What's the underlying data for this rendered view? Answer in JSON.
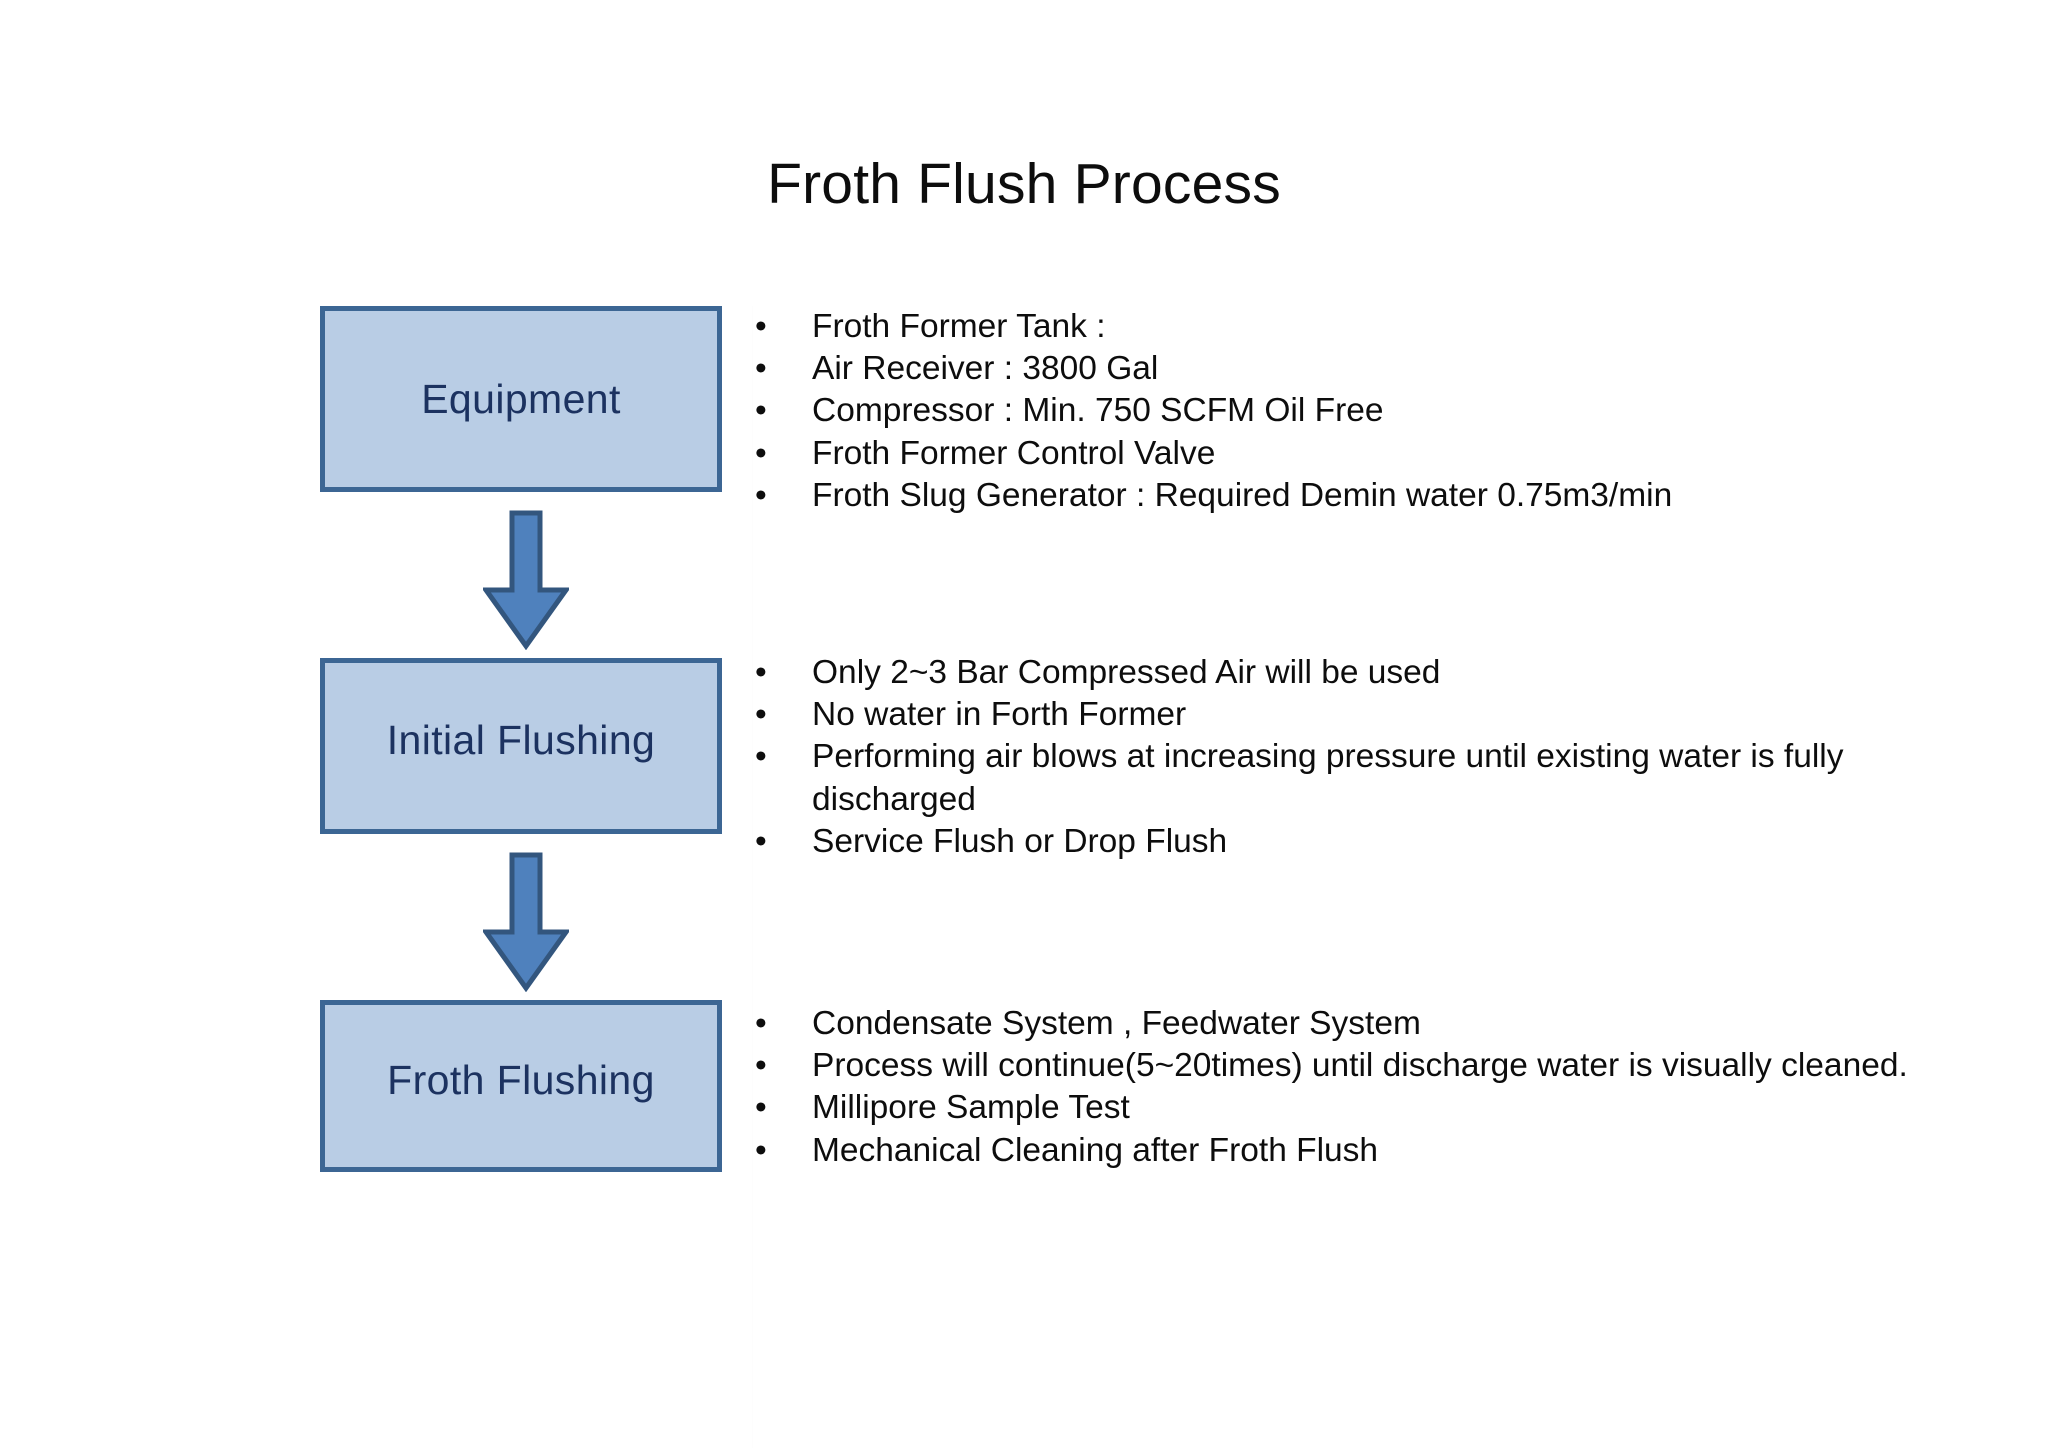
{
  "slide": {
    "title": "Froth Flush Process",
    "background_color": "#FFFFFF"
  },
  "theme": {
    "box_fill": "#B9CDE5",
    "box_border": "#3C6694",
    "box_text_color": "#1C3260",
    "arrow_fill": "#4F81BD",
    "arrow_border": "#33567E",
    "body_text_color": "#0D0D0D"
  },
  "flow": {
    "bullet_glyph": "•",
    "stages": [
      {
        "id": "equipment",
        "label": "Equipment",
        "bullets": [
          "Froth Former Tank :",
          "Air Receiver : 3800 Gal",
          "Compressor : Min. 750 SCFM Oil Free",
          "Froth Former Control Valve",
          "Froth Slug Generator : Required Demin water 0.75m3/min"
        ]
      },
      {
        "id": "initial-flushing",
        "label": "Initial Flushing",
        "bullets": [
          "Only 2~3 Bar Compressed Air will be used",
          "No water in Forth Former",
          "Performing air blows at increasing pressure until existing water is fully discharged",
          "Service Flush or Drop Flush"
        ]
      },
      {
        "id": "froth-flushing",
        "label": "Froth Flushing",
        "bullets": [
          "Condensate System , Feedwater System",
          "Process will continue(5~20times) until discharge water is visually cleaned.",
          "Millipore Sample Test",
          "Mechanical Cleaning after Froth Flush"
        ]
      }
    ],
    "connectors": [
      {
        "id": "arrow-equipment-to-initial",
        "direction": "down"
      },
      {
        "id": "arrow-initial-to-froth",
        "direction": "down"
      }
    ]
  }
}
